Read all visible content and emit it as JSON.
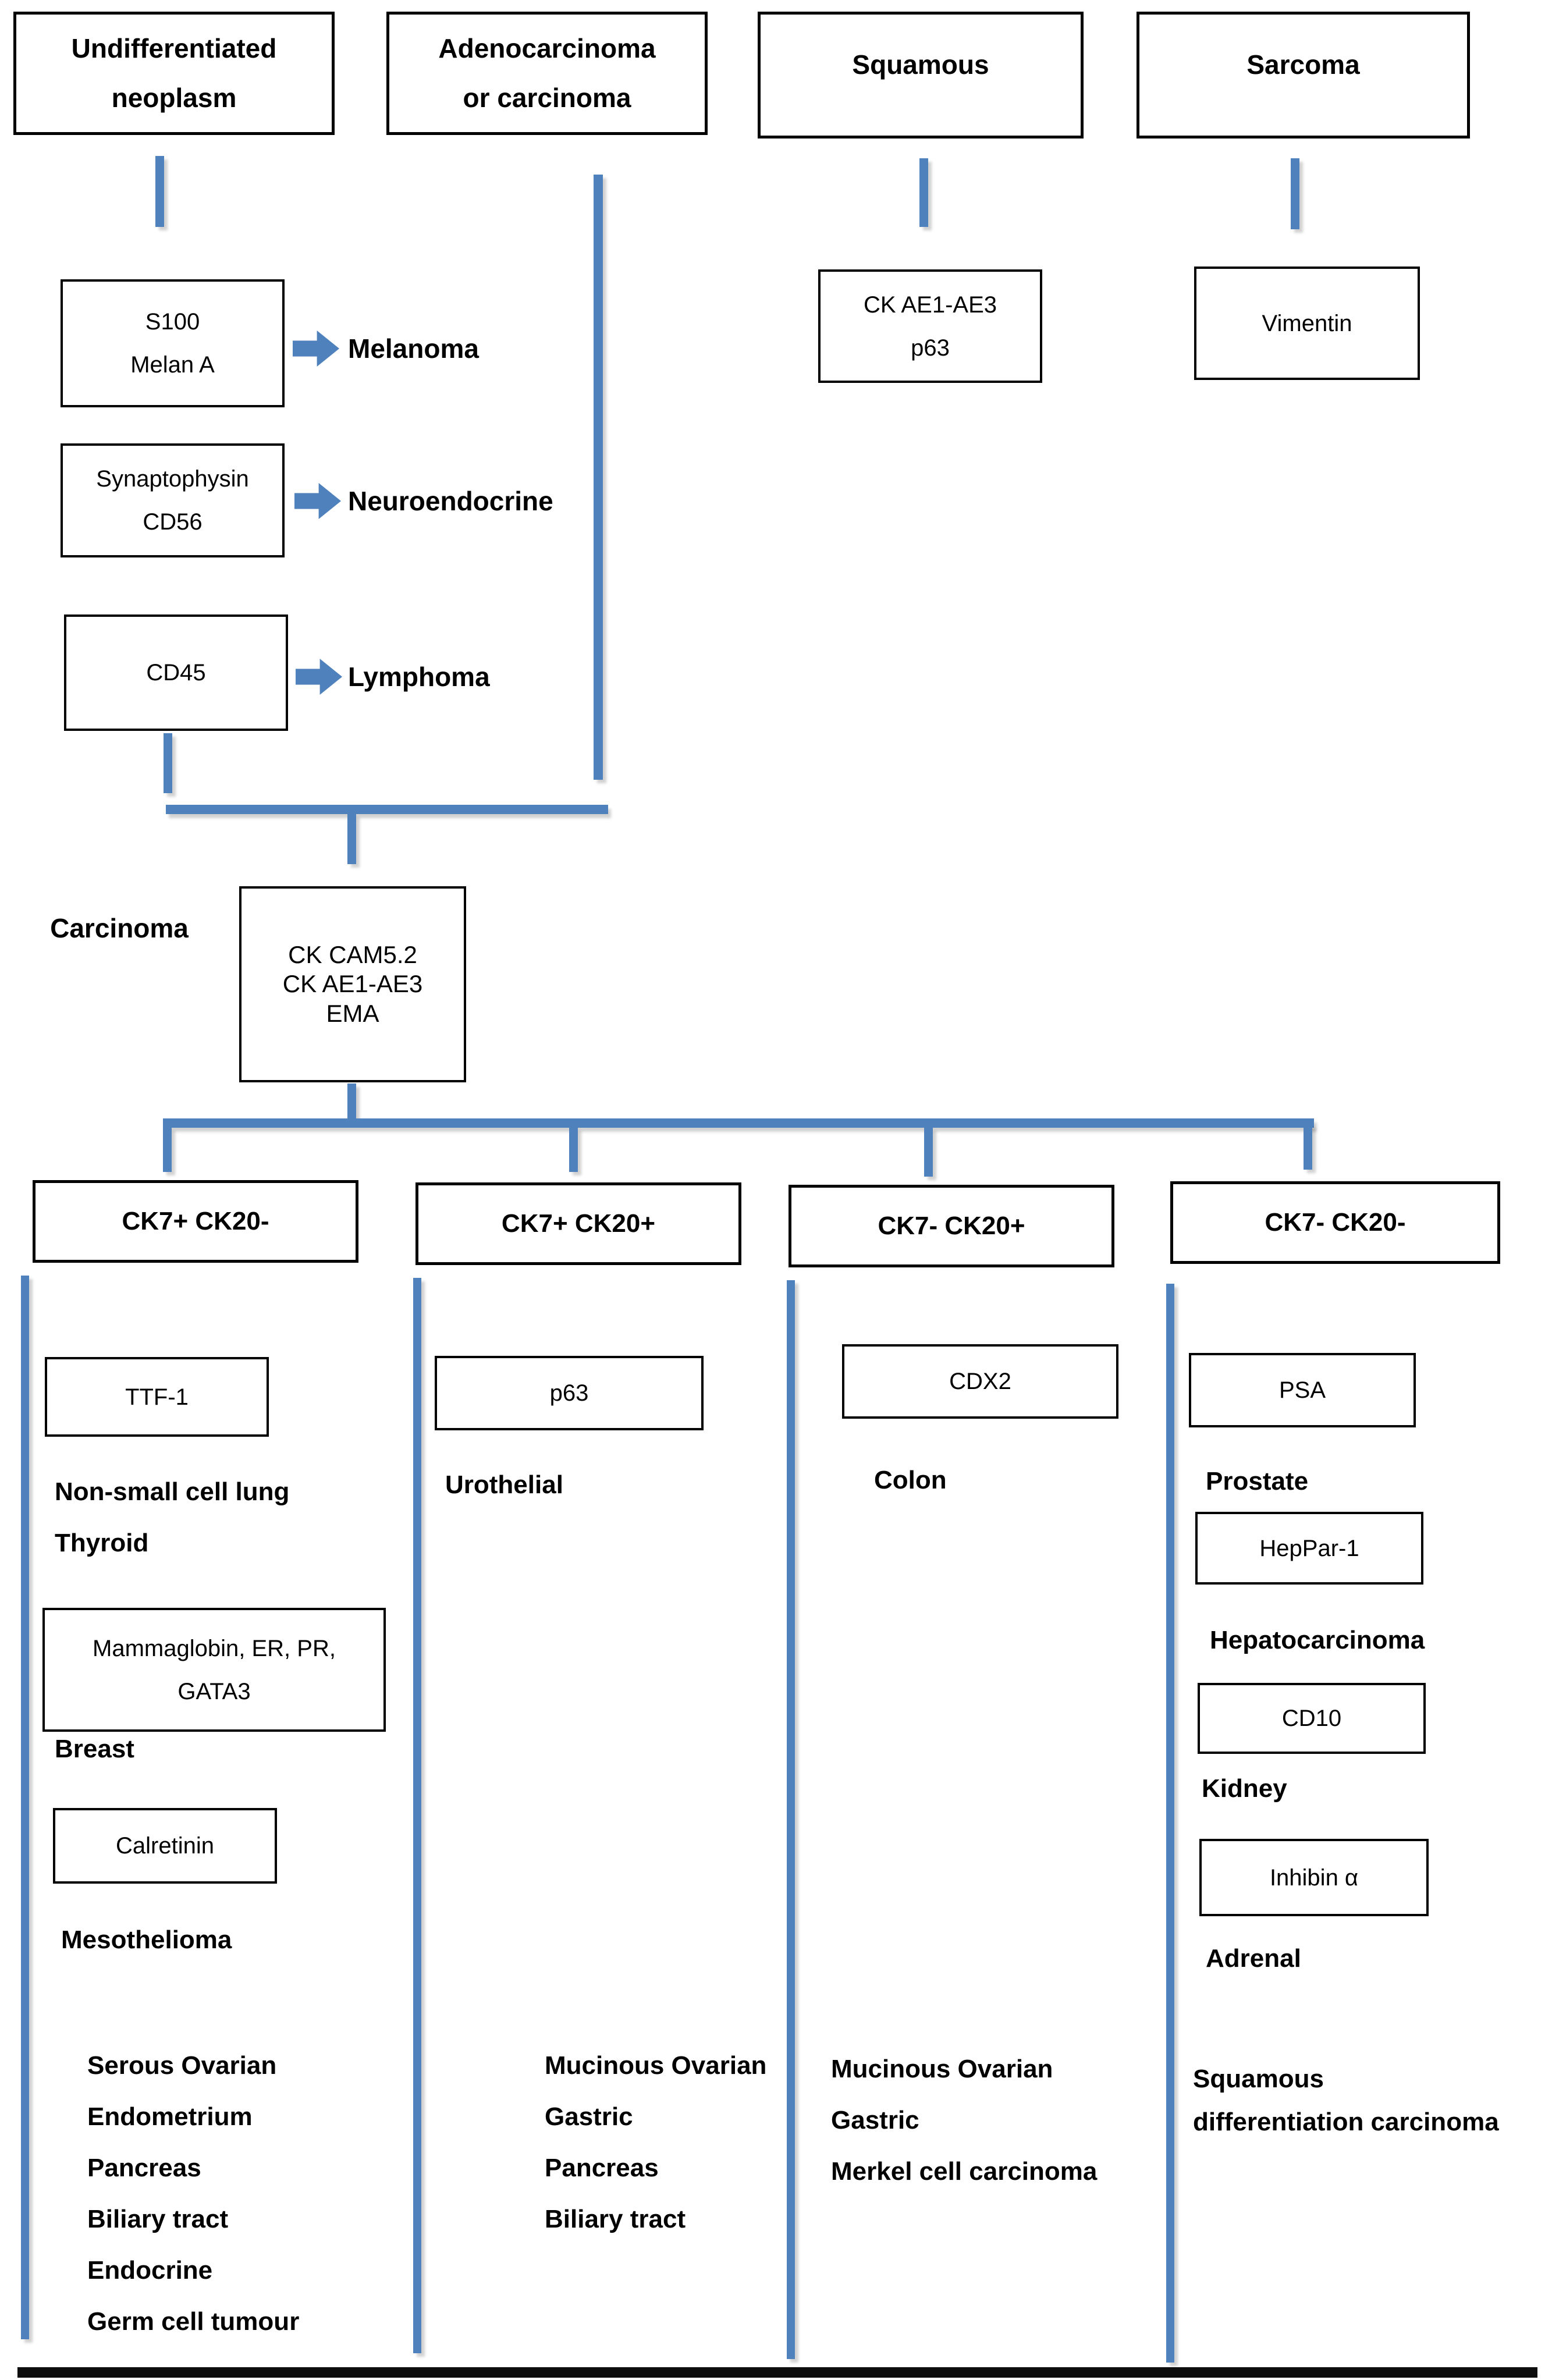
{
  "accent_color": "#4f81bd",
  "headers": {
    "undifferentiated": "Undifferentiated\nneoplasm",
    "adenocarcinoma": "Adenocarcinoma\nor carcinoma",
    "squamous": "Squamous",
    "sarcoma": "Sarcoma"
  },
  "undiff": {
    "rows": [
      {
        "markers": "S100\nMelan A",
        "result": "Melanoma"
      },
      {
        "markers": "Synaptophysin\nCD56",
        "result": "Neuroendocrine"
      },
      {
        "markers": "CD45",
        "result": "Lymphoma"
      }
    ]
  },
  "squamous_branch": {
    "markers": "CK AE1-AE3\np63"
  },
  "sarcoma_branch": {
    "markers": "Vimentin"
  },
  "carcinoma": {
    "label": "Carcinoma",
    "markers": "CK CAM5.2\nCK AE1-AE3\nEMA"
  },
  "columns": [
    {
      "title": "CK7+ CK20-",
      "marker1": "TTF-1",
      "organ1": "Non-small cell lung\nThyroid",
      "marker2": "Mammaglobin, ER, PR,\nGATA3",
      "organ2": "Breast",
      "marker3": "Calretinin",
      "organ3": "Mesothelioma",
      "list": [
        "Serous Ovarian",
        "Endometrium",
        "Pancreas",
        "Biliary tract",
        "Endocrine",
        "Germ cell tumour"
      ]
    },
    {
      "title": "CK7+ CK20+",
      "marker1": "p63",
      "organ1": "Urothelial",
      "list": [
        "Mucinous Ovarian",
        "Gastric",
        "Pancreas",
        "Biliary tract"
      ]
    },
    {
      "title": "CK7- CK20+",
      "marker1": "CDX2",
      "organ1": "Colon",
      "list": [
        "Mucinous Ovarian",
        "Gastric",
        "Merkel cell carcinoma"
      ]
    },
    {
      "title": "CK7- CK20-",
      "marker1": "PSA",
      "organ1": "Prostate",
      "marker2": "HepPar-1",
      "organ2": "Hepatocarcinoma",
      "marker3": "CD10",
      "organ3": "Kidney",
      "marker4": "Inhibin α",
      "organ4": "Adrenal",
      "note": "Squamous\ndifferentiation carcinoma"
    }
  ]
}
